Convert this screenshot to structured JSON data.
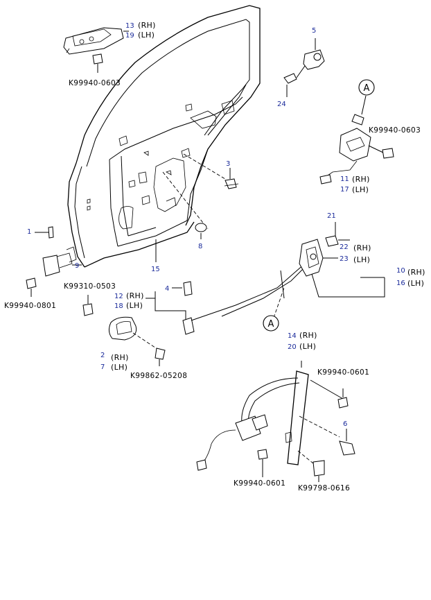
{
  "diagram": {
    "callouts": {
      "n13": "13",
      "n19": "19",
      "n5": "5",
      "n24": "24",
      "n3": "3",
      "n11": "11",
      "n17": "17",
      "n1": "1",
      "n9": "9",
      "n8": "8",
      "n15": "15",
      "n21": "21",
      "n22": "22",
      "n23": "23",
      "n10": "10",
      "n16": "16",
      "n4": "4",
      "n12": "12",
      "n18": "18",
      "n2": "2",
      "n7": "7",
      "n14": "14",
      "n20": "20",
      "n6": "6"
    },
    "side_labels": {
      "rh": "(RH)",
      "lh": "(LH)"
    },
    "part_numbers": {
      "k0603_top": "K99940-0603",
      "k0603_right": "K99940-0603",
      "k0801": "K99940-0801",
      "k0503": "K99310-0503",
      "k05208": "K99862-05208",
      "k0601_upper": "K99940-0601",
      "k0601_lower": "K99940-0601",
      "k0616": "K99798-0616"
    },
    "reference_markers": {
      "top": "A",
      "bottom": "A"
    }
  }
}
